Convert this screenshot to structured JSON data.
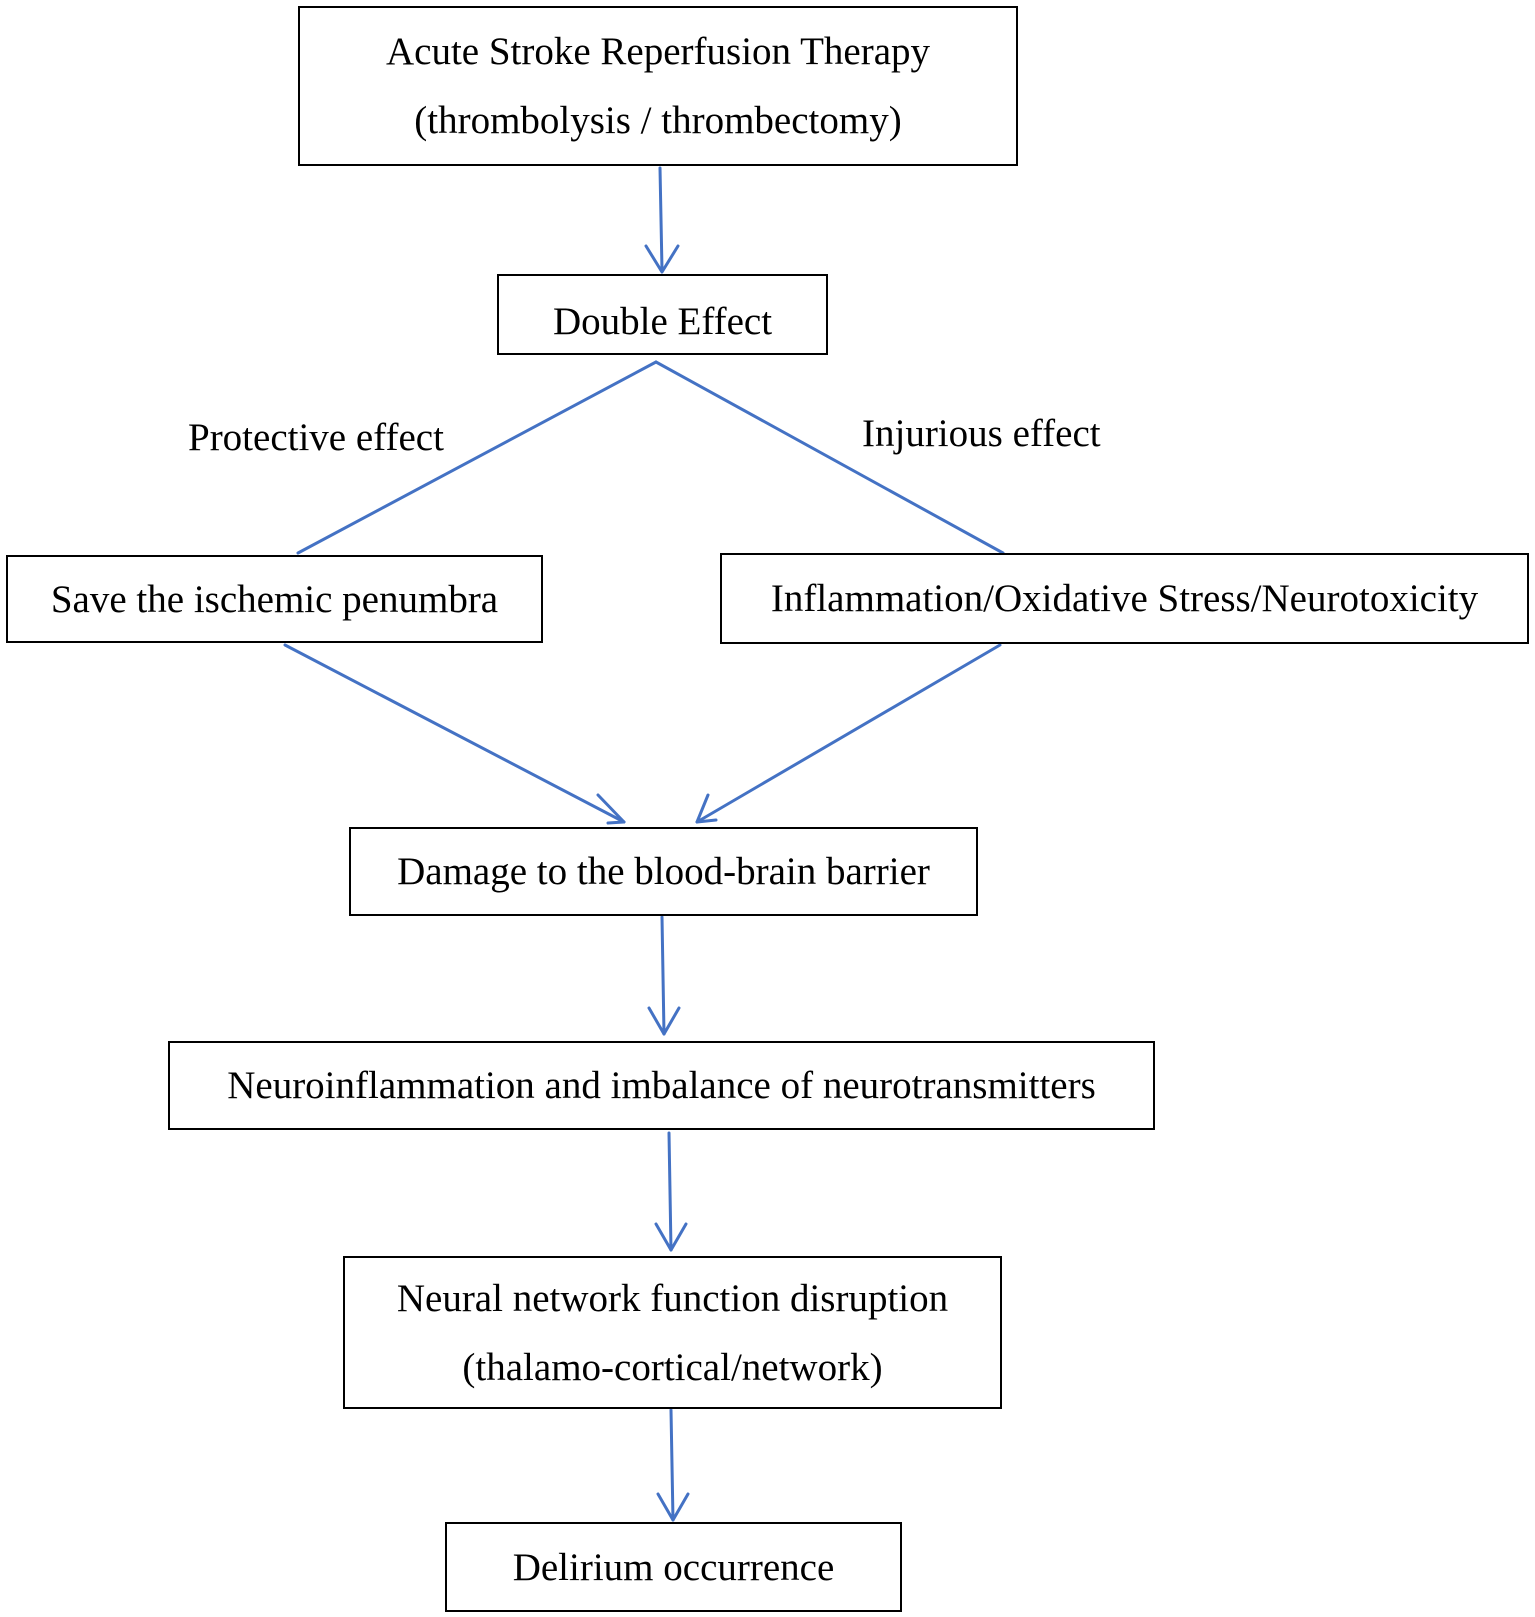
{
  "diagram": {
    "edge_color": "#4472C4",
    "nodes": {
      "therapy": {
        "line1": "Acute Stroke Reperfusion Therapy",
        "line2": "(thrombolysis / thrombectomy)"
      },
      "double_effect": {
        "label": "Double Effect"
      },
      "save_penumbra": {
        "label": "Save the ischemic penumbra"
      },
      "inflammation": {
        "label": "Inflammation/Oxidative Stress/Neurotoxicity"
      },
      "bbb_damage": {
        "label": "Damage to the blood-brain barrier"
      },
      "neuroinflammation": {
        "label": "Neuroinflammation and imbalance of neurotransmitters"
      },
      "network_disruption": {
        "line1": "Neural network function disruption",
        "line2": "(thalamo-cortical/network)"
      },
      "delirium": {
        "label": "Delirium occurrence"
      }
    },
    "edge_labels": {
      "protective": "Protective effect",
      "injurious": "Injurious effect"
    }
  }
}
